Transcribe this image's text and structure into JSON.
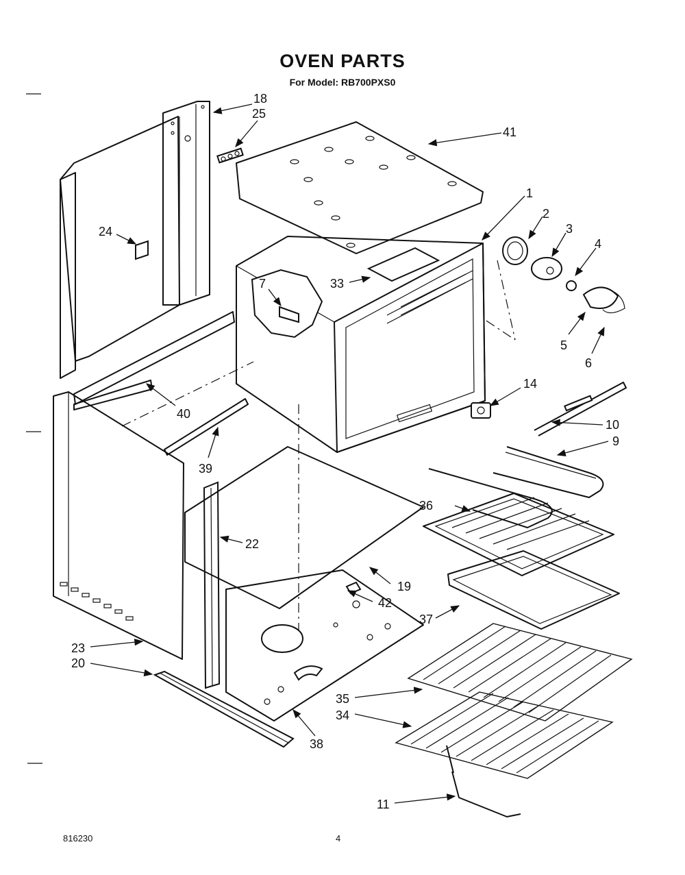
{
  "title": "OVEN PARTS",
  "subtitle": "For Model: RB700PXS0",
  "footer": {
    "code": "816230",
    "page": "4"
  },
  "callouts": [
    "18",
    "25",
    "41",
    "1",
    "2",
    "3",
    "4",
    "24",
    "33",
    "7",
    "5",
    "6",
    "14",
    "10",
    "9",
    "40",
    "39",
    "36",
    "22",
    "19",
    "42",
    "37",
    "23",
    "20",
    "35",
    "34",
    "38",
    "11"
  ]
}
